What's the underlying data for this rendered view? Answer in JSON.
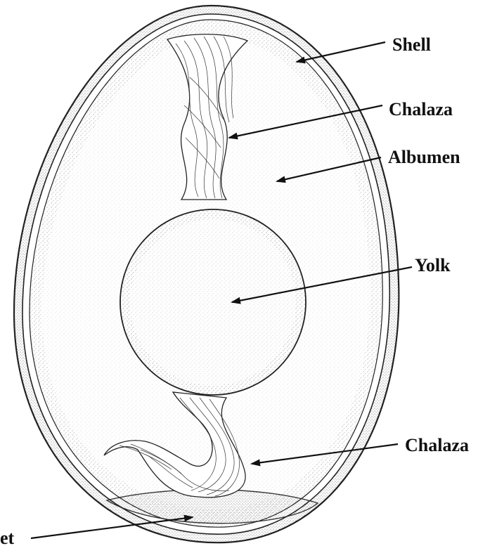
{
  "labels": {
    "shell": "Shell",
    "chalaza_top": "Chalaza",
    "albumen": "Albumen",
    "yolk": "Yolk",
    "chalaza_bottom": "Chalaza",
    "air_cell": "et"
  },
  "colors": {
    "ink": "#111111",
    "stipple": "#555555",
    "background": "#ffffff"
  }
}
